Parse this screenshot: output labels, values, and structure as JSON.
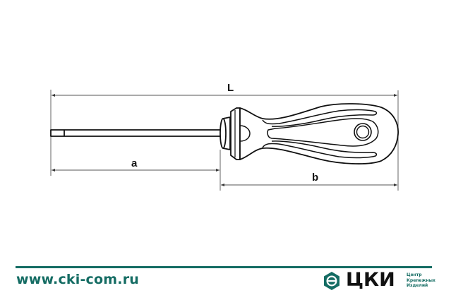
{
  "drawing": {
    "subject": "screwdriver technical drawing",
    "dimensions": {
      "overall_length_label": "L",
      "blade_length_label": "a",
      "handle_length_label": "b"
    },
    "stroke_color": "#111111",
    "dim_line_color": "#555555"
  },
  "footer": {
    "accent_color": "#146c63",
    "website": "www.cki-com.ru",
    "logo": {
      "icon": "hexagon-circle-logo-icon",
      "wordmark": "ЦКИ",
      "subtitle_lines": [
        "Центр",
        "Крепежных",
        "Изделий"
      ]
    }
  }
}
